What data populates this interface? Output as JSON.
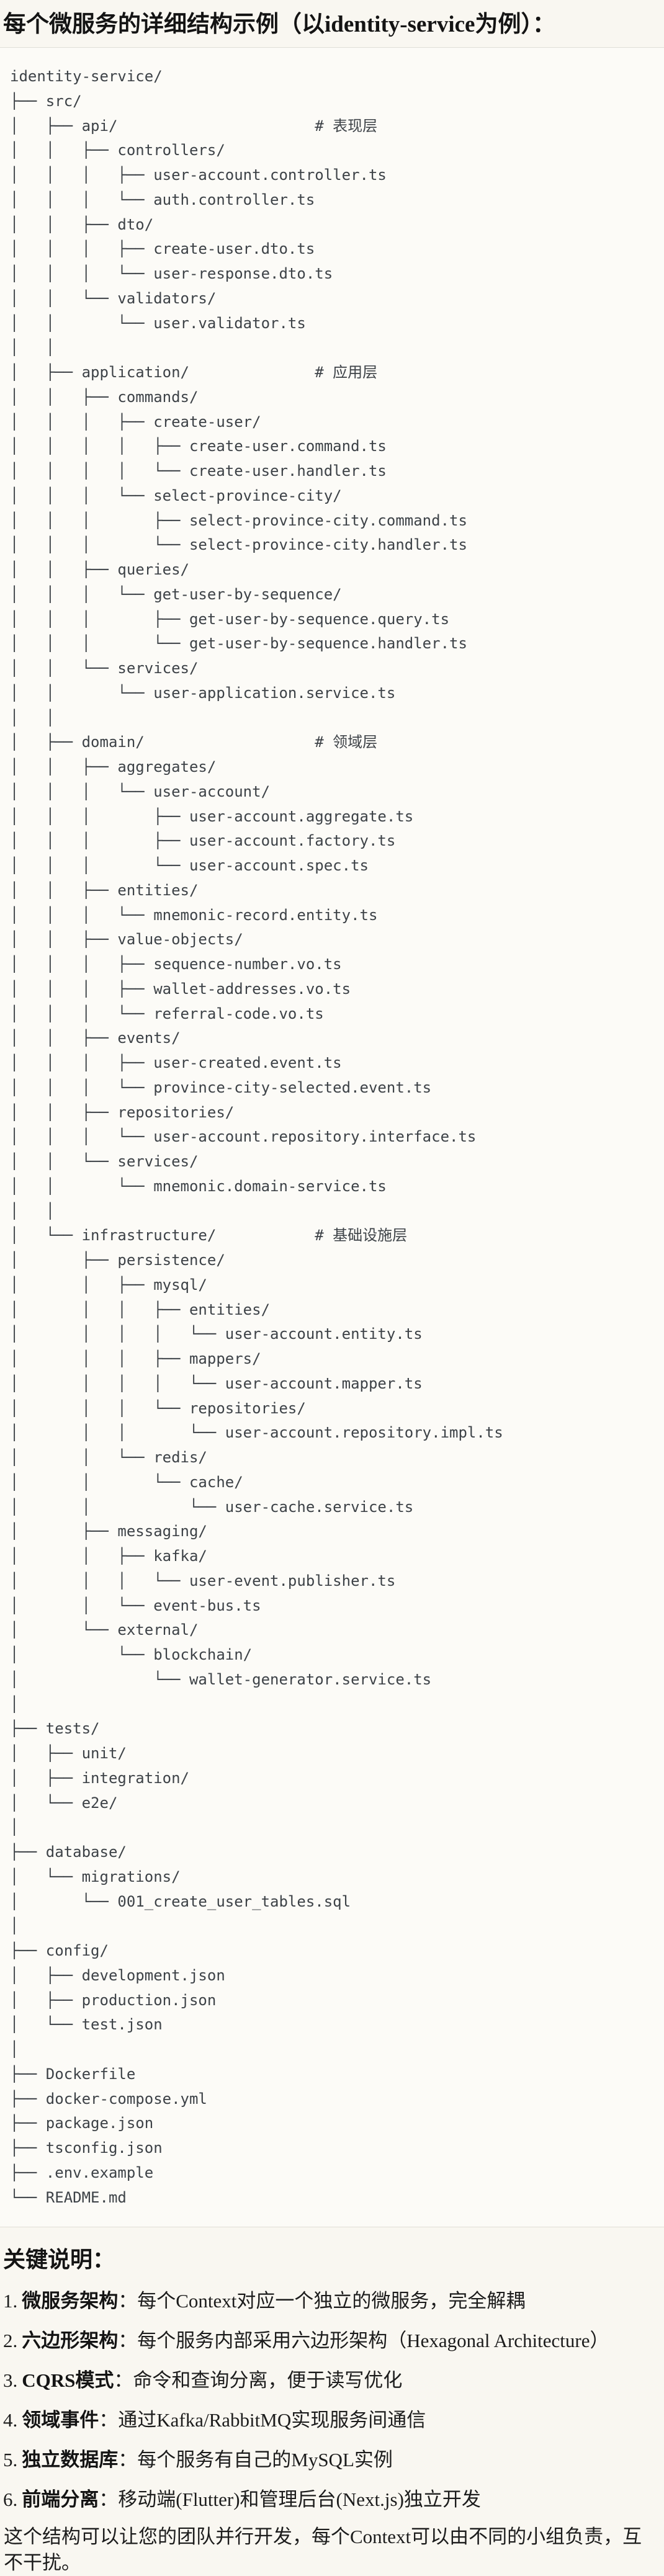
{
  "page": {
    "title": "每个微服务的详细结构示例（以identity-service为例）：",
    "notes_heading": "关键说明：",
    "closing_paragraph": "这个结构可以让您的团队并行开发，每个Context可以由不同的小组负责，互不干扰。"
  },
  "colors": {
    "page_bg": "#f9f7f1",
    "code_bg": "#fcfbf7",
    "code_border": "#e0ded7",
    "code_text": "#3d4247",
    "heading_text": "#141414"
  },
  "code": {
    "lines": [
      "identity-service/",
      "├── src/",
      "│   ├── api/                      # 表现层",
      "│   │   ├── controllers/",
      "│   │   │   ├── user-account.controller.ts",
      "│   │   │   └── auth.controller.ts",
      "│   │   ├── dto/",
      "│   │   │   ├── create-user.dto.ts",
      "│   │   │   └── user-response.dto.ts",
      "│   │   └── validators/",
      "│   │       └── user.validator.ts",
      "│   │",
      "│   ├── application/              # 应用层",
      "│   │   ├── commands/",
      "│   │   │   ├── create-user/",
      "│   │   │   │   ├── create-user.command.ts",
      "│   │   │   │   └── create-user.handler.ts",
      "│   │   │   └── select-province-city/",
      "│   │   │       ├── select-province-city.command.ts",
      "│   │   │       └── select-province-city.handler.ts",
      "│   │   ├── queries/",
      "│   │   │   └── get-user-by-sequence/",
      "│   │   │       ├── get-user-by-sequence.query.ts",
      "│   │   │       └── get-user-by-sequence.handler.ts",
      "│   │   └── services/",
      "│   │       └── user-application.service.ts",
      "│   │",
      "│   ├── domain/                   # 领域层",
      "│   │   ├── aggregates/",
      "│   │   │   └── user-account/",
      "│   │   │       ├── user-account.aggregate.ts",
      "│   │   │       ├── user-account.factory.ts",
      "│   │   │       └── user-account.spec.ts",
      "│   │   ├── entities/",
      "│   │   │   └── mnemonic-record.entity.ts",
      "│   │   ├── value-objects/",
      "│   │   │   ├── sequence-number.vo.ts",
      "│   │   │   ├── wallet-addresses.vo.ts",
      "│   │   │   └── referral-code.vo.ts",
      "│   │   ├── events/",
      "│   │   │   ├── user-created.event.ts",
      "│   │   │   └── province-city-selected.event.ts",
      "│   │   ├── repositories/",
      "│   │   │   └── user-account.repository.interface.ts",
      "│   │   └── services/",
      "│   │       └── mnemonic.domain-service.ts",
      "│   │",
      "│   └── infrastructure/           # 基础设施层",
      "│       ├── persistence/",
      "│       │   ├── mysql/",
      "│       │   │   ├── entities/",
      "│       │   │   │   └── user-account.entity.ts",
      "│       │   │   ├── mappers/",
      "│       │   │   │   └── user-account.mapper.ts",
      "│       │   │   └── repositories/",
      "│       │   │       └── user-account.repository.impl.ts",
      "│       │   └── redis/",
      "│       │       └── cache/",
      "│       │           └── user-cache.service.ts",
      "│       ├── messaging/",
      "│       │   ├── kafka/",
      "│       │   │   └── user-event.publisher.ts",
      "│       │   └── event-bus.ts",
      "│       └── external/",
      "│           └── blockchain/",
      "│               └── wallet-generator.service.ts",
      "│",
      "├── tests/",
      "│   ├── unit/",
      "│   ├── integration/",
      "│   └── e2e/",
      "│",
      "├── database/",
      "│   └── migrations/",
      "│       └── 001_create_user_tables.sql",
      "│",
      "├── config/",
      "│   ├── development.json",
      "│   ├── production.json",
      "│   └── test.json",
      "│",
      "├── Dockerfile",
      "├── docker-compose.yml",
      "├── package.json",
      "├── tsconfig.json",
      "├── .env.example",
      "└── README.md"
    ]
  },
  "notes": {
    "items": [
      {
        "number": "1.",
        "label": "微服务架构",
        "text": "：每个Context对应一个独立的微服务，完全解耦"
      },
      {
        "number": "2.",
        "label": "六边形架构",
        "text": "：每个服务内部采用六边形架构（Hexagonal Architecture）"
      },
      {
        "number": "3.",
        "label": "CQRS模式",
        "text": "：命令和查询分离，便于读写优化"
      },
      {
        "number": "4.",
        "label": "领域事件",
        "text": "：通过Kafka/RabbitMQ实现服务间通信"
      },
      {
        "number": "5.",
        "label": "独立数据库",
        "text": "：每个服务有自己的MySQL实例"
      },
      {
        "number": "6.",
        "label": "前端分离",
        "text": "：移动端(Flutter)和管理后台(Next.js)独立开发"
      }
    ]
  }
}
